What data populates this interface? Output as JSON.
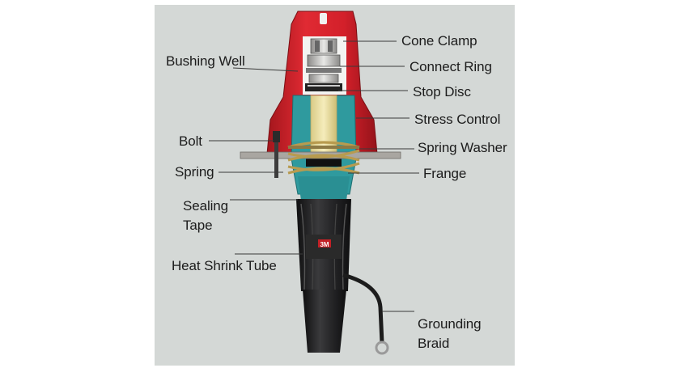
{
  "labels": {
    "cone_clamp": "Cone Clamp",
    "connect_ring": "Connect Ring",
    "stop_disc": "Stop Disc",
    "stress_control": "Stress Control",
    "spring_washer": "Spring Washer",
    "frange": "Frange",
    "bushing_well": "Bushing Well",
    "bolt": "Bolt",
    "spring": "Spring",
    "sealing_tape_1": "Sealing",
    "sealing_tape_2": "Tape",
    "heat_shrink_tube": "Heat Shrink Tube",
    "grounding_braid_1": "Grounding",
    "grounding_braid_2": "Braid"
  },
  "logo_text": "3M",
  "colors": {
    "background": "#d4d8d6",
    "housing_red": "#d3202a",
    "housing_dark": "#9c1419",
    "stress_cone_teal": "#2f9a9e",
    "insulator_cream": "#efe3a6",
    "flange_grey": "#a9a6a1",
    "spring_gold": "#b89b4f",
    "cable_black": "#1e1e20",
    "leader_line": "#3a3a3a"
  }
}
